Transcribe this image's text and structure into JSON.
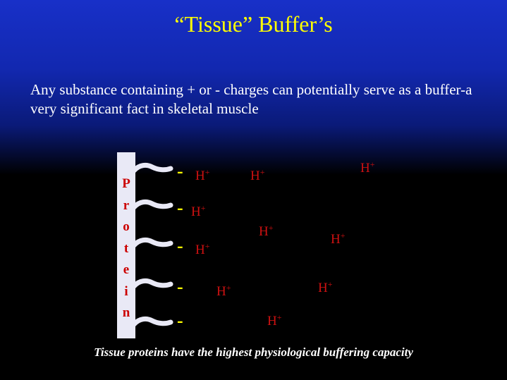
{
  "slide": {
    "title": "“Tissue” Buffer’s",
    "intro": "Any substance containing + or - charges can potentially serve as a buffer-a very significant fact in skeletal muscle",
    "protein_letters": [
      "P",
      "r",
      "o",
      "t",
      "e",
      "i",
      "n"
    ],
    "minus_sign": "-",
    "ion_label": "H",
    "ion_charge": "+",
    "caption": "Tissue proteins have the highest physiological buffering capacity"
  },
  "colors": {
    "title": "#ffff00",
    "charge_minus": "#ffff00",
    "ion": "#cc1111",
    "protein_text": "#cc0000",
    "protein_bar": "#e9e9f6"
  }
}
